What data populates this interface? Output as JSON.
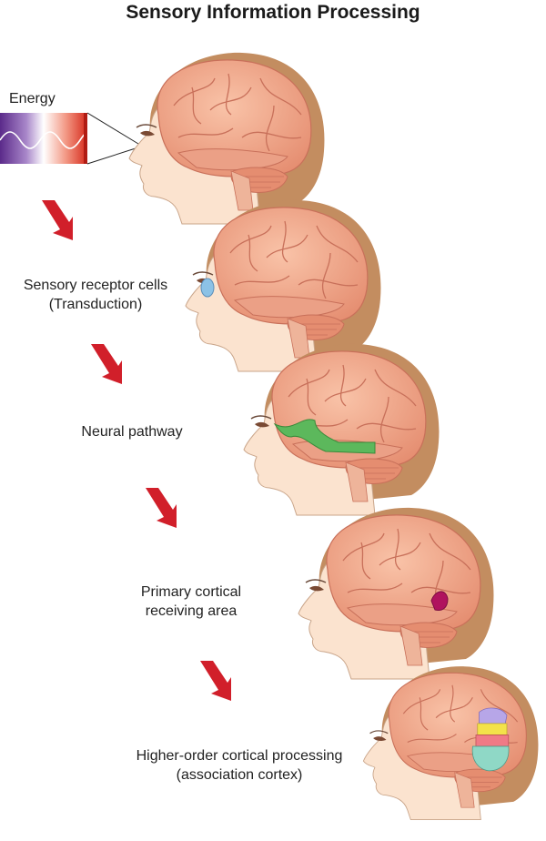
{
  "title": "Sensory Information Processing",
  "energy_label": "Energy",
  "steps": [
    {
      "line1": "Sensory receptor cells",
      "line2": "(Transduction)"
    },
    {
      "line1": "Neural pathway",
      "line2": ""
    },
    {
      "line1": "Primary cortical",
      "line2": "receiving area"
    },
    {
      "line1": "Higher-order cortical processing",
      "line2": "(association cortex)"
    }
  ],
  "colors": {
    "arrow": "#d11f2a",
    "brain": "#f2a98a",
    "brain_shadow": "#d9846a",
    "skin": "#fbe7d6",
    "hair": "#b8855a",
    "receptor": "#8cc2e6",
    "pathway": "#5cb85c",
    "primary_cortex": "#b0125e",
    "association": [
      "#b7a6e8",
      "#f3e24a",
      "#f07a86",
      "#8fd8c6"
    ]
  }
}
